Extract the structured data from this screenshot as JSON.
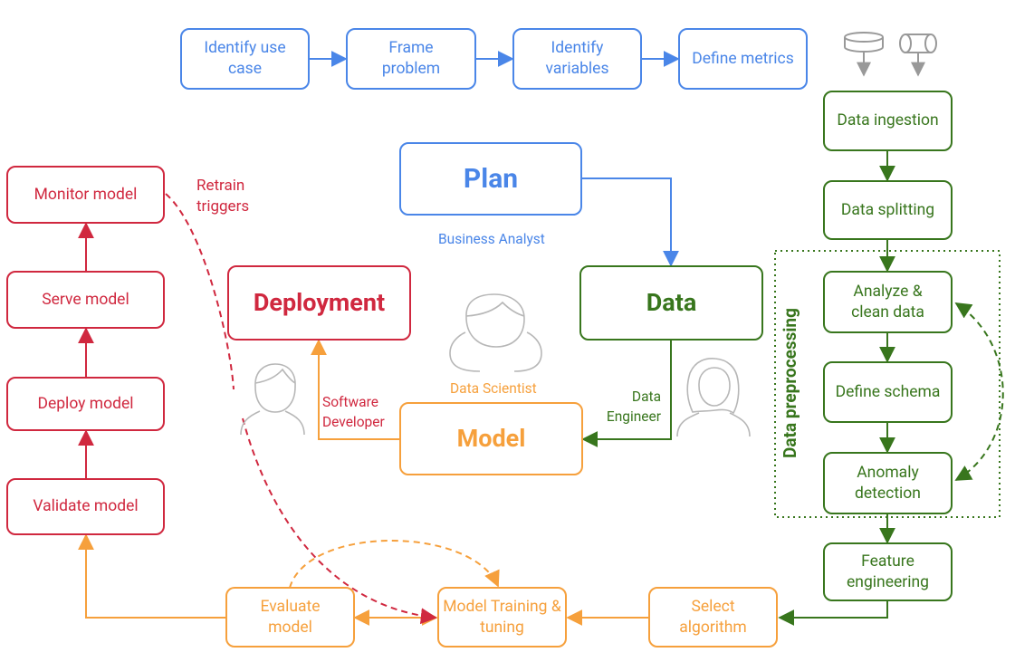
{
  "plan_steps": [
    "Identify use case",
    "Frame problem",
    "Identify variables",
    "Define metrics"
  ],
  "hubs": {
    "plan": "Plan",
    "data": "Data",
    "model": "Model",
    "deployment": "Deployment"
  },
  "roles": {
    "business_analyst": "Business Analyst",
    "data_engineer": "Data Engineer",
    "data_scientist": "Data Scientist",
    "software_developer": "Software Developer"
  },
  "data_steps": {
    "ingestion": "Data ingestion",
    "splitting": "Data splitting",
    "analyze": "Analyze & clean data",
    "schema": "Define schema",
    "anomaly": "Anomaly detection",
    "feature": "Feature engineering"
  },
  "preprocessing_label": "Data preprocessing",
  "model_steps": {
    "select": "Select algorithm",
    "training": "Model Training & tuning",
    "evaluate": "Evaluate model"
  },
  "deploy_steps": {
    "validate": "Validate model",
    "deploy": "Deploy model",
    "serve": "Serve model",
    "monitor": "Monitor model"
  },
  "retrain_label": "Retrain triggers",
  "icons": [
    "database-icon",
    "pipe-icon",
    "person-icon"
  ],
  "colors": {
    "plan": "#4a86e8",
    "data": "#38761d",
    "model": "#f6a03c",
    "deployment": "#d0283f"
  }
}
